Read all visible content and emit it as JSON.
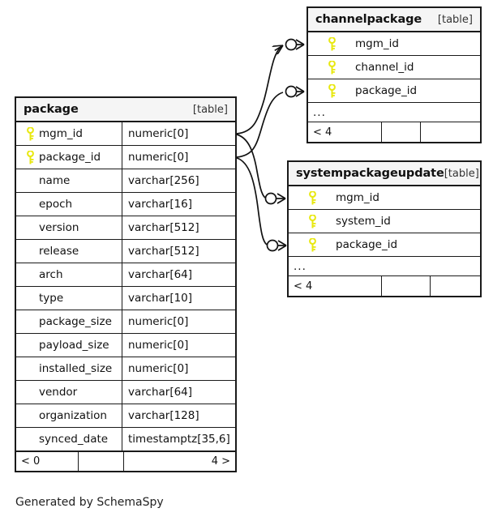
{
  "diagram": {
    "type": "er-diagram",
    "generator_caption": "Generated by SchemaSpy",
    "table_tag": "[table]",
    "ellipsis": "...",
    "colors": {
      "key_icon": "#e8e80f",
      "border": "#1a1a1a",
      "header_background": "#f5f5f5",
      "background": "#ffffff"
    }
  },
  "tables": {
    "package": {
      "name": "package",
      "tag": "[table]",
      "columns": [
        {
          "key": true,
          "name": "mgm_id",
          "type": "numeric[0]"
        },
        {
          "key": true,
          "name": "package_id",
          "type": "numeric[0]"
        },
        {
          "key": false,
          "name": "name",
          "type": "varchar[256]"
        },
        {
          "key": false,
          "name": "epoch",
          "type": "varchar[16]"
        },
        {
          "key": false,
          "name": "version",
          "type": "varchar[512]"
        },
        {
          "key": false,
          "name": "release",
          "type": "varchar[512]"
        },
        {
          "key": false,
          "name": "arch",
          "type": "varchar[64]"
        },
        {
          "key": false,
          "name": "type",
          "type": "varchar[10]"
        },
        {
          "key": false,
          "name": "package_size",
          "type": "numeric[0]"
        },
        {
          "key": false,
          "name": "payload_size",
          "type": "numeric[0]"
        },
        {
          "key": false,
          "name": "installed_size",
          "type": "numeric[0]"
        },
        {
          "key": false,
          "name": "vendor",
          "type": "varchar[64]"
        },
        {
          "key": false,
          "name": "organization",
          "type": "varchar[128]"
        },
        {
          "key": false,
          "name": "synced_date",
          "type": "timestamptz[35,6]"
        }
      ],
      "footer": {
        "left": "< 0",
        "middle": "",
        "right": "4 >"
      }
    },
    "channelpackage": {
      "name": "channelpackage",
      "tag": "[table]",
      "columns": [
        {
          "key": true,
          "name": "mgm_id"
        },
        {
          "key": true,
          "name": "channel_id"
        },
        {
          "key": true,
          "name": "package_id"
        }
      ],
      "more": "...",
      "footer": {
        "left": "< 4",
        "middle": "",
        "right": ""
      }
    },
    "systempackageupdate": {
      "name": "systempackageupdate",
      "tag": "[table]",
      "columns": [
        {
          "key": true,
          "name": "mgm_id"
        },
        {
          "key": true,
          "name": "system_id"
        },
        {
          "key": true,
          "name": "package_id"
        }
      ],
      "more": "...",
      "footer": {
        "left": "< 4",
        "middle": "",
        "right": ""
      }
    }
  },
  "relationships": [
    {
      "from_table": "package",
      "from_column": "mgm_id",
      "to_table": "channelpackage",
      "to_column": "mgm_id"
    },
    {
      "from_table": "package",
      "from_column": "package_id",
      "to_table": "channelpackage",
      "to_column": "package_id"
    },
    {
      "from_table": "package",
      "from_column": "mgm_id",
      "to_table": "systempackageupdate",
      "to_column": "mgm_id"
    },
    {
      "from_table": "package",
      "from_column": "package_id",
      "to_table": "systempackageupdate",
      "to_column": "package_id"
    }
  ]
}
